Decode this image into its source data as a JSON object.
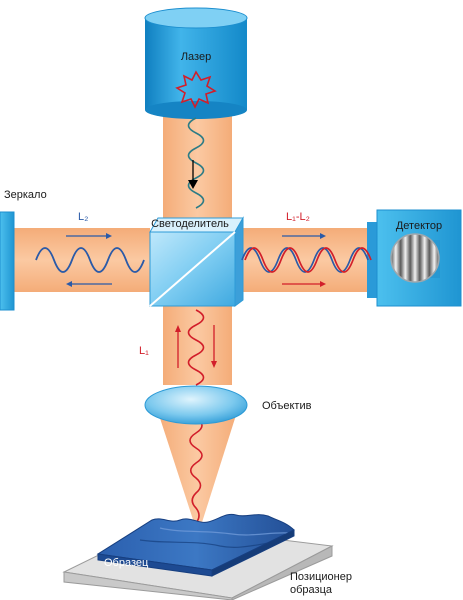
{
  "labels": {
    "laser": "Лазер",
    "mirror": "Зеркало",
    "beamsplitter": "Светоделитель",
    "detector": "Детектор",
    "objective": "Объектив",
    "sample": "Образец",
    "positioner_line1": "Позиционер",
    "positioner_line2": "образца",
    "path_l2": "L₂",
    "path_diff": "L₁-L₂",
    "path_l1": "L₁"
  },
  "colors": {
    "beam": "#f7b98a",
    "component_blue": "#1d9ad6",
    "wave_teal": "#2d7c86",
    "wave_blue": "#2a5aa8",
    "wave_red": "#d21e2a",
    "sample_blue": "#1f4f9b",
    "stage_gray": "#d8d8d8"
  }
}
